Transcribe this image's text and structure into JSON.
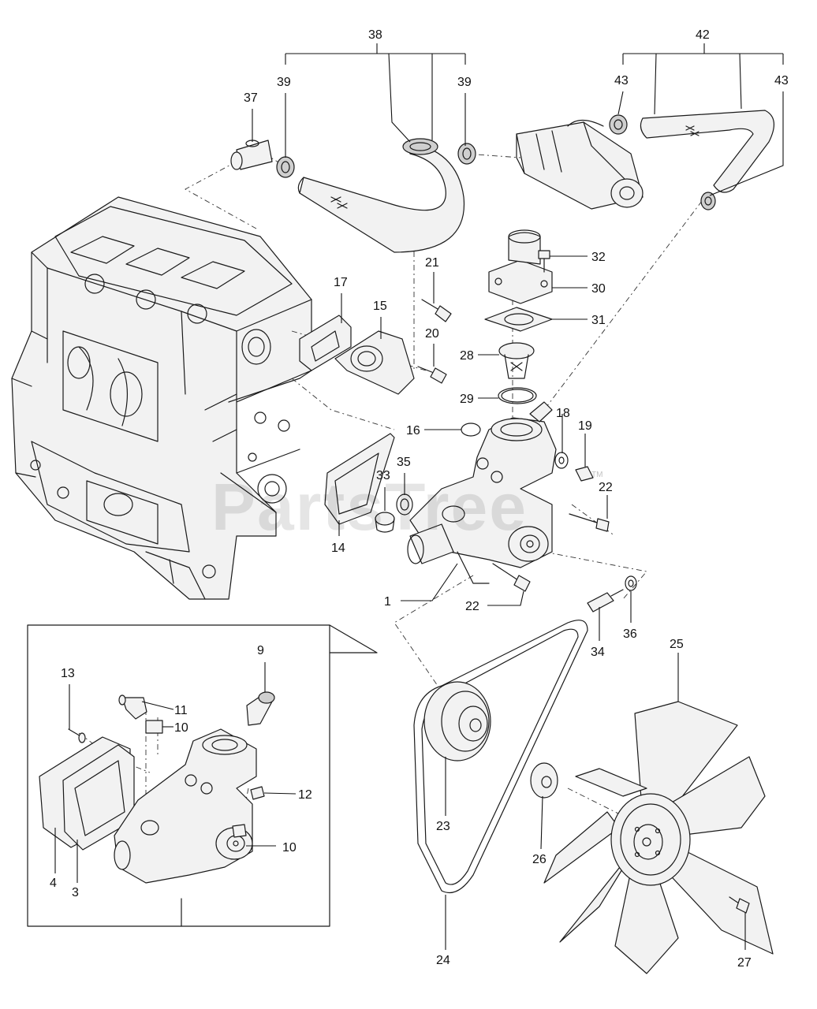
{
  "watermark": {
    "text": "PartsTree",
    "trademark": "TM"
  },
  "callouts": {
    "c1": "1",
    "c3": "3",
    "c4": "4",
    "c9": "9",
    "c10a": "10",
    "c10b": "10",
    "c11": "11",
    "c12": "12",
    "c13": "13",
    "c14": "14",
    "c15": "15",
    "c16": "16",
    "c17": "17",
    "c18": "18",
    "c19": "19",
    "c20": "20",
    "c21": "21",
    "c22a": "22",
    "c22b": "22",
    "c23": "23",
    "c24": "24",
    "c25": "25",
    "c26": "26",
    "c27": "27",
    "c28": "28",
    "c29": "29",
    "c30": "30",
    "c31": "31",
    "c32": "32",
    "c33": "33",
    "c34": "34",
    "c35": "35",
    "c36": "36",
    "c37": "37",
    "c38": "38",
    "c39a": "39",
    "c39b": "39",
    "c42": "42",
    "c43a": "43",
    "c43b": "43"
  }
}
